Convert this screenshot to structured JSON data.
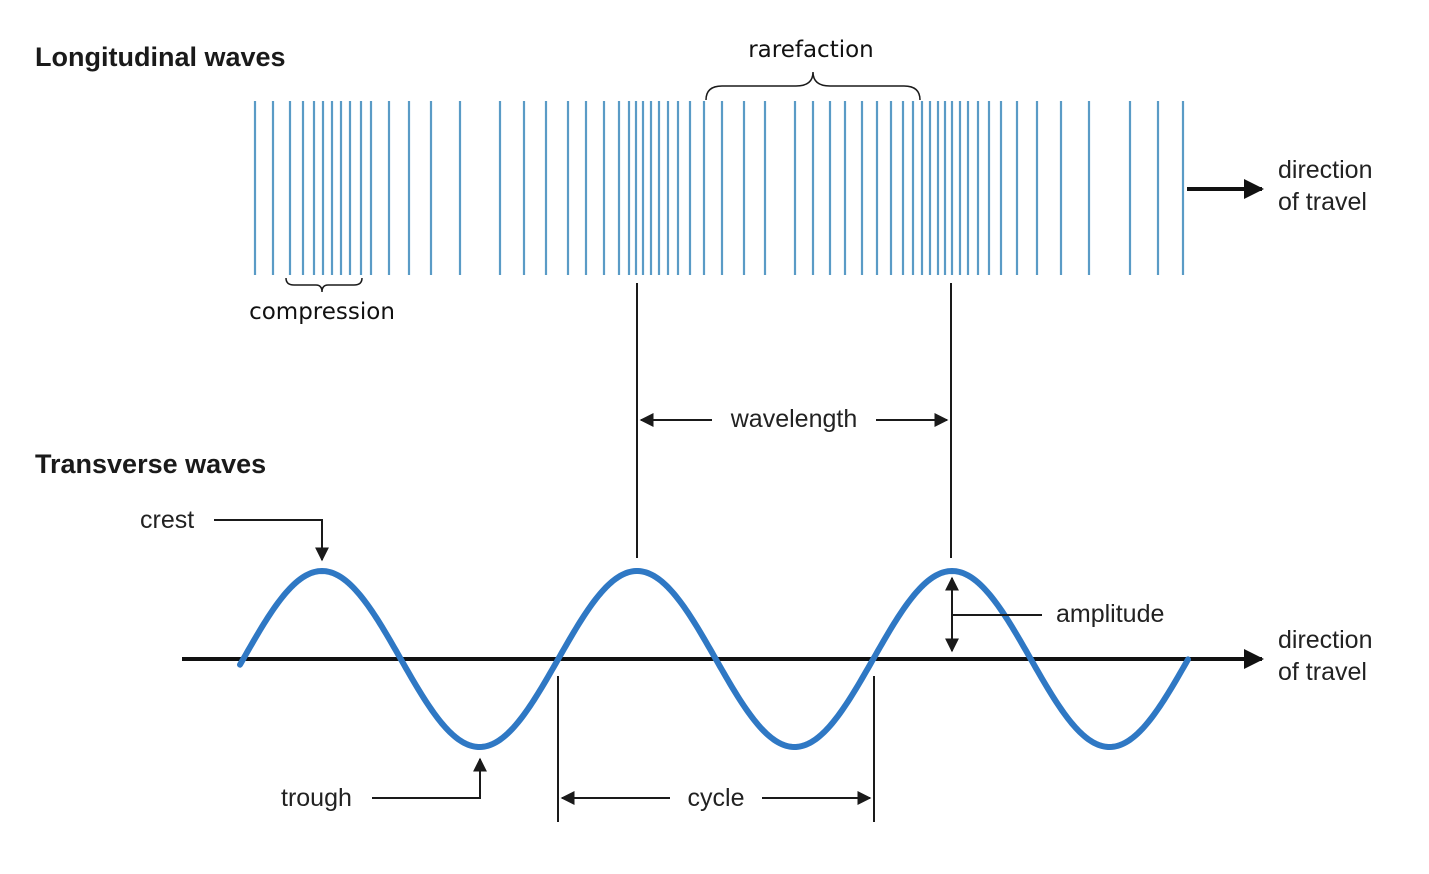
{
  "longitudinal": {
    "title": "Longitudinal waves",
    "rarefaction_label": "rarefaction",
    "compression_label": "compression",
    "direction_label_line1": "direction",
    "direction_label_line2": "of travel",
    "bar_color": "#5a9bc6"
  },
  "wavelength_label": "wavelength",
  "transverse": {
    "title": "Transverse waves",
    "crest_label": "crest",
    "trough_label": "trough",
    "amplitude_label": "amplitude",
    "cycle_label": "cycle",
    "direction_label_line1": "direction",
    "direction_label_line2": "of travel",
    "wave_color": "#2f78c4",
    "axis_color": "#111111"
  }
}
